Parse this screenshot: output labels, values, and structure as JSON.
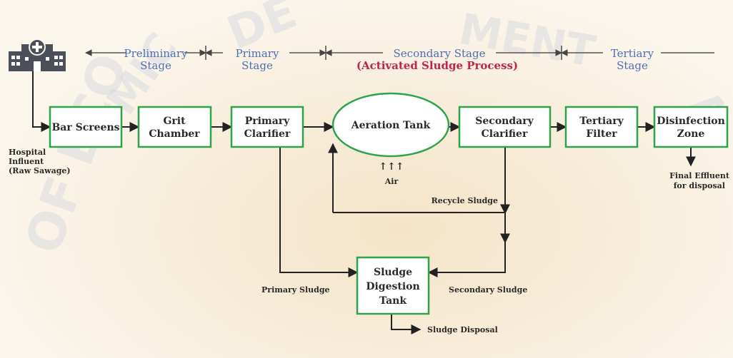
{
  "stages": {
    "preliminary": [
      "Preliminary",
      "Stage"
    ],
    "primary": [
      "Primary",
      "Stage"
    ],
    "secondary": [
      "Secondary Stage",
      "(Activated Sludge Process)"
    ],
    "tertiary": [
      "Tertiary",
      "Stage"
    ]
  },
  "units": {
    "bar_screens": [
      "Bar Screens"
    ],
    "grit_chamber": [
      "Grit",
      "Chamber"
    ],
    "primary_clarifier": [
      "Primary",
      "Clarifier"
    ],
    "aeration_tank": [
      "Aeration Tank"
    ],
    "secondary_clarifier": [
      "Secondary",
      "Clarifier"
    ],
    "tertiary_filter": [
      "Tertiary",
      "Filter"
    ],
    "disinfection_zone": [
      "Disinfection",
      "Zone"
    ],
    "sludge_digestion_tank": [
      "Sludge",
      "Digestion",
      "Tank"
    ]
  },
  "labels": {
    "influent": [
      "Hospital",
      "Influent",
      "(Raw Sawage)"
    ],
    "final_effluent": [
      "Final Effluent",
      "for disposal"
    ],
    "air_arrows": "↑↑↑",
    "air": "Air",
    "recycle_sludge": "Recycle Sludge",
    "primary_sludge": "Primary Sludge",
    "secondary_sludge": "Secondary Sludge",
    "sludge_disposal": "Sludge Disposal"
  },
  "colors": {
    "box_border": "#2ea34a",
    "stage_text": "#4a6fb5",
    "secondary_subtitle": "#c0244e",
    "hospital_icon": "#4a4f5a"
  },
  "icons": {
    "influent_source": "hospital-icon"
  }
}
